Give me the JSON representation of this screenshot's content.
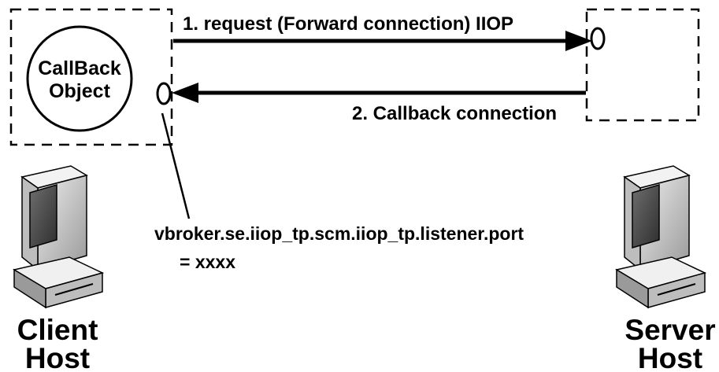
{
  "callback_object": {
    "line1": "CallBack",
    "line2": "Object"
  },
  "arrows": {
    "request": "1. request (Forward connection) IIOP",
    "callback": "2. Callback connection"
  },
  "listener": {
    "property": "vbroker.se.iiop_tp.scm.iiop_tp.listener.port",
    "value": "=  xxxx"
  },
  "client": {
    "line1": "Client",
    "line2": "Host",
    "icon": "computer-icon"
  },
  "server": {
    "line1": "Server",
    "line2": "Host",
    "icon": "computer-icon"
  },
  "colors": {
    "ink": "#000000",
    "screen": "#4a4a4a",
    "case": "#d6d6d6",
    "case_shadow": "#8c8c8c"
  }
}
